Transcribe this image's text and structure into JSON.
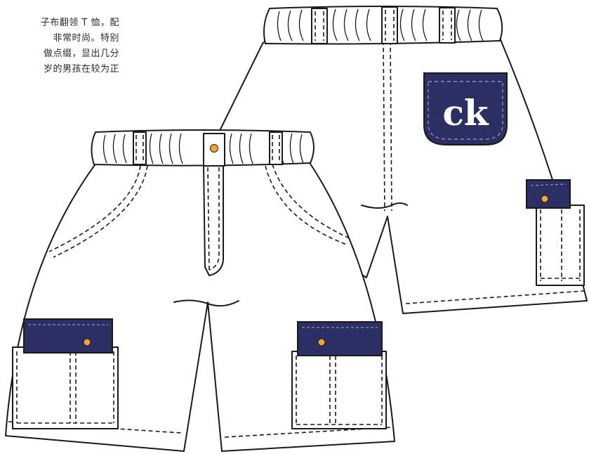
{
  "caption": {
    "lines": [
      "子布翻领 T 恤，配",
      "非常时尚。特别",
      "做点缀，显出几分",
      "岁的男孩在较为正"
    ]
  },
  "logo": {
    "text": "ck"
  },
  "colors": {
    "navy": "#2b2f63",
    "button": "#f4a23a",
    "outline": "#1a1a1a",
    "background": "#ffffff"
  }
}
